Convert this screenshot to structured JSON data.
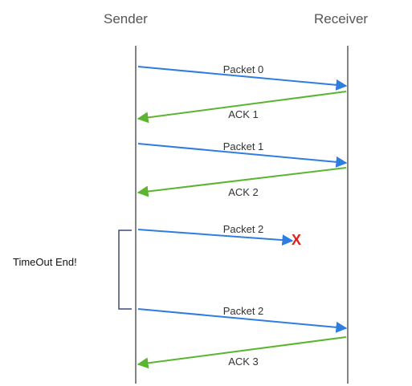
{
  "columns": {
    "sender": "Sender",
    "receiver": "Receiver"
  },
  "messages": [
    {
      "label": "Packet 0",
      "direction": "sender-to-receiver",
      "lost": false
    },
    {
      "label": "ACK 1",
      "direction": "receiver-to-sender",
      "lost": false
    },
    {
      "label": "Packet 1",
      "direction": "sender-to-receiver",
      "lost": false
    },
    {
      "label": "ACK 2",
      "direction": "receiver-to-sender",
      "lost": false
    },
    {
      "label": "Packet 2",
      "direction": "sender-to-receiver",
      "lost": true
    },
    {
      "label": "Packet 2",
      "direction": "sender-to-receiver",
      "lost": false
    },
    {
      "label": "ACK 3",
      "direction": "receiver-to-sender",
      "lost": false
    }
  ],
  "timeout": {
    "label": "TimeOut End!"
  },
  "lost_marker": "X",
  "colors": {
    "packet": "#2f7de1",
    "ack": "#5bb531",
    "lifeline": "#333333",
    "bracket": "#3d4a7a",
    "lost_marker": "#e0201a"
  }
}
